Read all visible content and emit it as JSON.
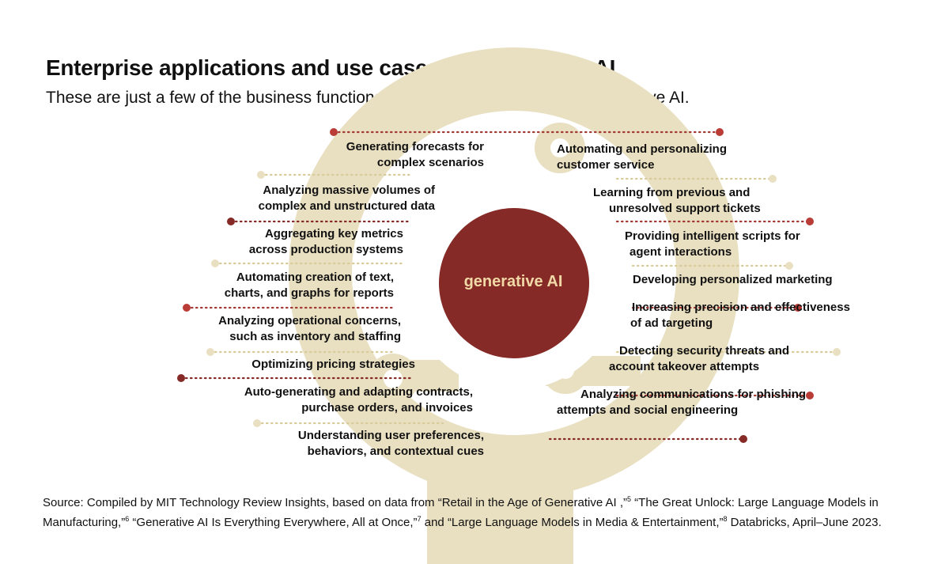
{
  "title": "Enterprise applications and use cases for generative AI",
  "subtitle": "These are just a few of the business functions compellingly addressed by generative AI.",
  "center_label": "generative AI",
  "colors": {
    "tan": "#e9dfc1",
    "dark_red": "#852a26",
    "bright_red": "#b93c36",
    "center_text": "#f0d9a6",
    "text": "#111111"
  },
  "left_use_cases": [
    [
      "Generating forecasts for",
      "complex scenarios"
    ],
    [
      "Analyzing massive volumes of",
      "complex and unstructured data"
    ],
    [
      "Aggregating key metrics",
      "across production systems"
    ],
    [
      "Automating creation of text,",
      "charts, and graphs for reports"
    ],
    [
      "Analyzing operational concerns,",
      "such as inventory and staffing"
    ],
    [
      "Optimizing pricing strategies"
    ],
    [
      "Auto-generating and adapting contracts,",
      "purchase orders, and invoices"
    ],
    [
      "Understanding user preferences,",
      "behaviors, and contextual cues"
    ]
  ],
  "right_use_cases": [
    [
      "Automating and personalizing",
      "customer service"
    ],
    [
      "Learning from previous and",
      "unresolved support tickets"
    ],
    [
      "Providing intelligent scripts for",
      "agent interactions"
    ],
    [
      "Developing personalized marketing"
    ],
    [
      "Increasing precision and effectiveness",
      "of ad targeting"
    ],
    [
      "Detecting security threats and",
      "account takeover attempts"
    ],
    [
      "Analyzing communications for phishing",
      "attempts and social engineering"
    ]
  ],
  "source": {
    "part1": "Source: Compiled by MIT Technology Review Insights, based on data from “Retail in the Age of Generative AI ,”",
    "ref1": "5",
    "part2": " “The Great Unlock: Large Language Models in Manufacturing,”",
    "ref2": "6",
    "part3": " “Generative AI Is Everything Everywhere, All at Once,”",
    "ref3": "7",
    "part4": " and “Large Language Models in Media & Entertainment,”",
    "ref4": "8",
    "part5": " Databricks, April–June 2023."
  }
}
